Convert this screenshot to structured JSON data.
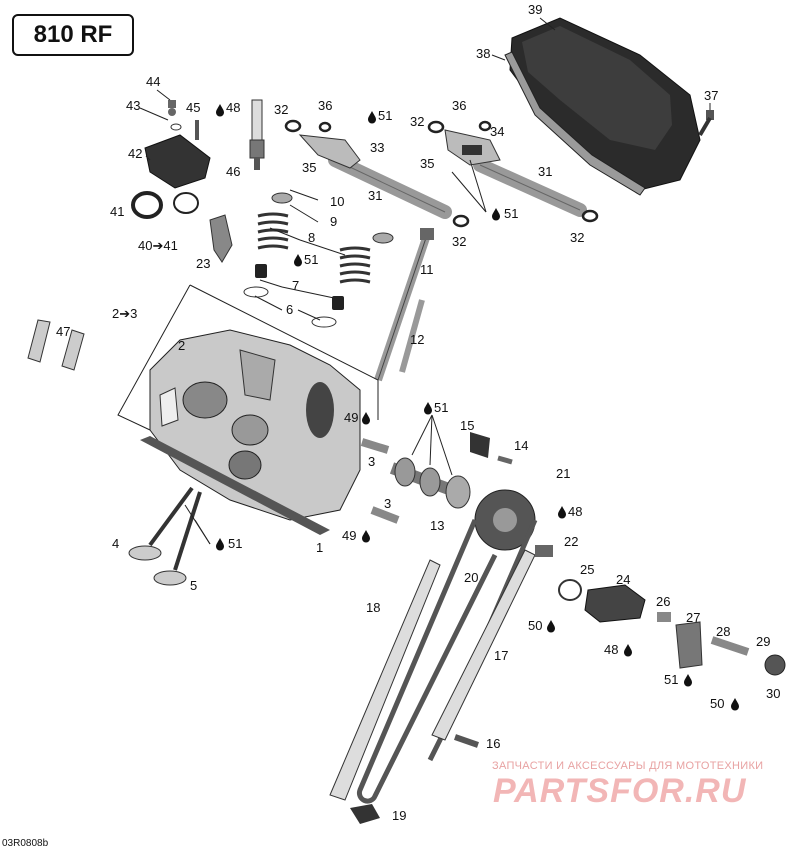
{
  "title": "810 RF",
  "figure_code": "03R0808b",
  "watermark": {
    "caption": "ЗАПЧАСТИ И АКСЕССУАРЫ ДЛЯ МОТОТЕХНИКИ",
    "logo": "PARTSFOR.RU"
  },
  "callouts": [
    "39",
    "38",
    "37",
    "44",
    "43",
    "45",
    "48",
    "32",
    "36",
    "51",
    "32",
    "36",
    "34",
    "42",
    "46",
    "33",
    "35",
    "35",
    "31",
    "31",
    "41",
    "10",
    "9",
    "51",
    "40➔41",
    "23",
    "8",
    "51",
    "11",
    "32",
    "32",
    "7",
    "2➔3",
    "6",
    "47",
    "2",
    "12",
    "49",
    "51",
    "15",
    "14",
    "3",
    "21",
    "48",
    "3",
    "13",
    "22",
    "49",
    "4",
    "51",
    "1",
    "25",
    "24",
    "20",
    "5",
    "18",
    "26",
    "50",
    "27",
    "28",
    "48",
    "29",
    "17",
    "51",
    "50",
    "30",
    "16",
    "19"
  ],
  "icons": [
    "oil-drop-icon"
  ]
}
